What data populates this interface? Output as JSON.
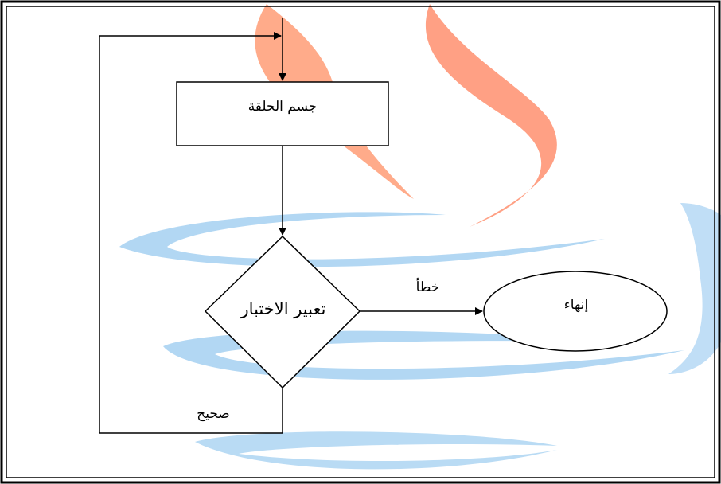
{
  "diagram": {
    "type": "flowchart",
    "nodes": {
      "loop_body": {
        "label": "جسم الحلقة",
        "shape": "rectangle"
      },
      "condition": {
        "label": "تعبير الاختبار",
        "shape": "diamond"
      },
      "end": {
        "label": "إنهاء",
        "shape": "ellipse"
      }
    },
    "edges": {
      "false_label": "خطأ",
      "true_label": "صحيح"
    }
  },
  "colors": {
    "line": "#000000",
    "watermark_flame": "#ff6a3d",
    "watermark_swirl": "#5aa9e6"
  },
  "watermark": "java-logo"
}
